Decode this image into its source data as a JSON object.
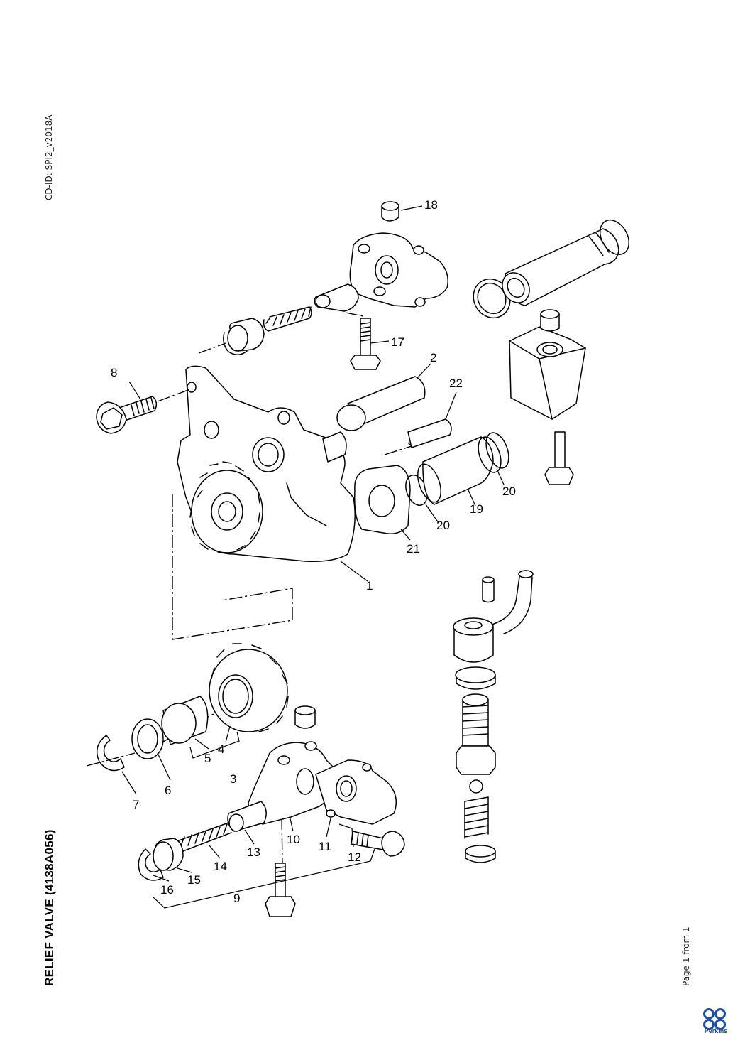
{
  "header": {
    "cd_id": "CD-ID: SPI2_v2018A",
    "title": "RELIEF VALVE (4138A056)",
    "page_info": "Page 1 from 1"
  },
  "brand": {
    "name": "Perkins",
    "color": "#1d4fa3",
    "icon": "perkins-logo-icon"
  },
  "callouts": [
    "1",
    "2",
    "3",
    "4",
    "5",
    "6",
    "7",
    "8",
    "9",
    "10",
    "11",
    "12",
    "13",
    "14",
    "15",
    "16",
    "17",
    "18",
    "19",
    "20",
    "20",
    "21",
    "22"
  ]
}
